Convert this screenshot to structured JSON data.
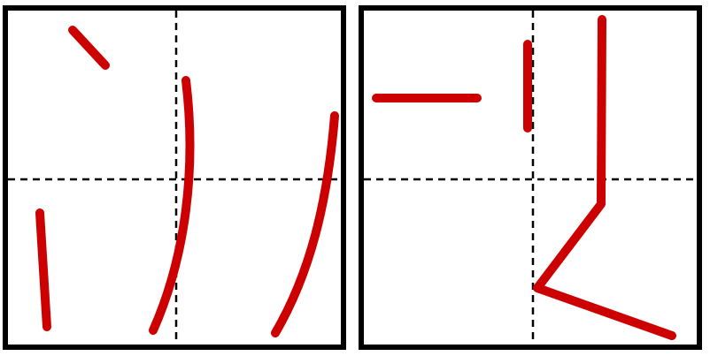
{
  "colors": {
    "stroke": "#cc0000",
    "border": "#000000",
    "guide": "#000000",
    "background": "#ffffff"
  },
  "panels": [
    {
      "name": "left-practice-square",
      "strokes": 4
    },
    {
      "name": "right-practice-square",
      "strokes": 3
    }
  ]
}
